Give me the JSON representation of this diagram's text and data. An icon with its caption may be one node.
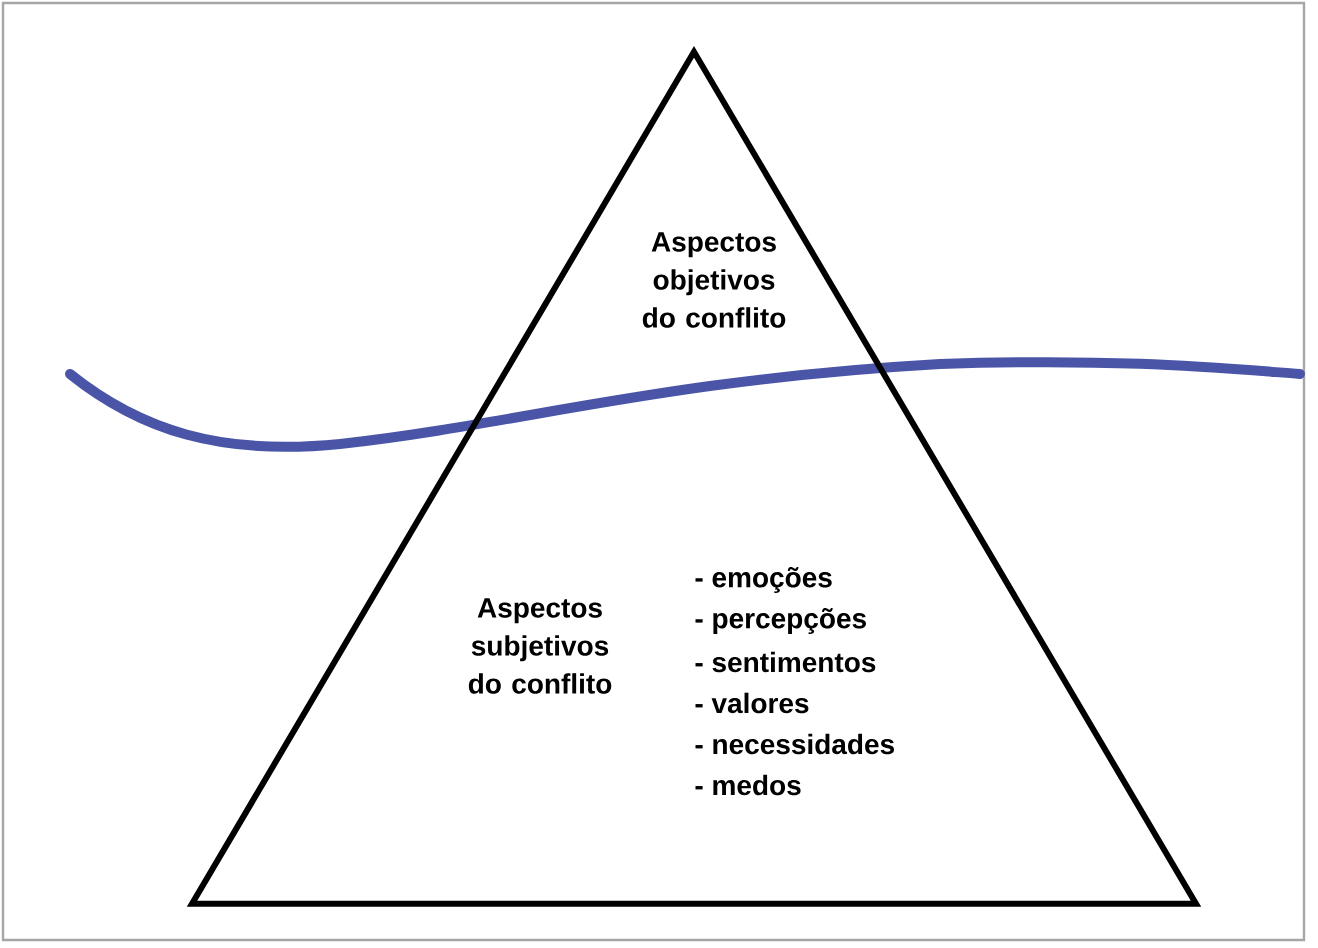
{
  "diagram": {
    "nodes": [
      {
        "text": [
          "Aspectos objetivos do conflito",
          "Aspectos subjetivos do conflito",
          "- emoções",
          "- percepções",
          "- sentimentos",
          "- valores",
          "- necessidades",
          "- medos"
        ]
      }
    ]
  }
}
